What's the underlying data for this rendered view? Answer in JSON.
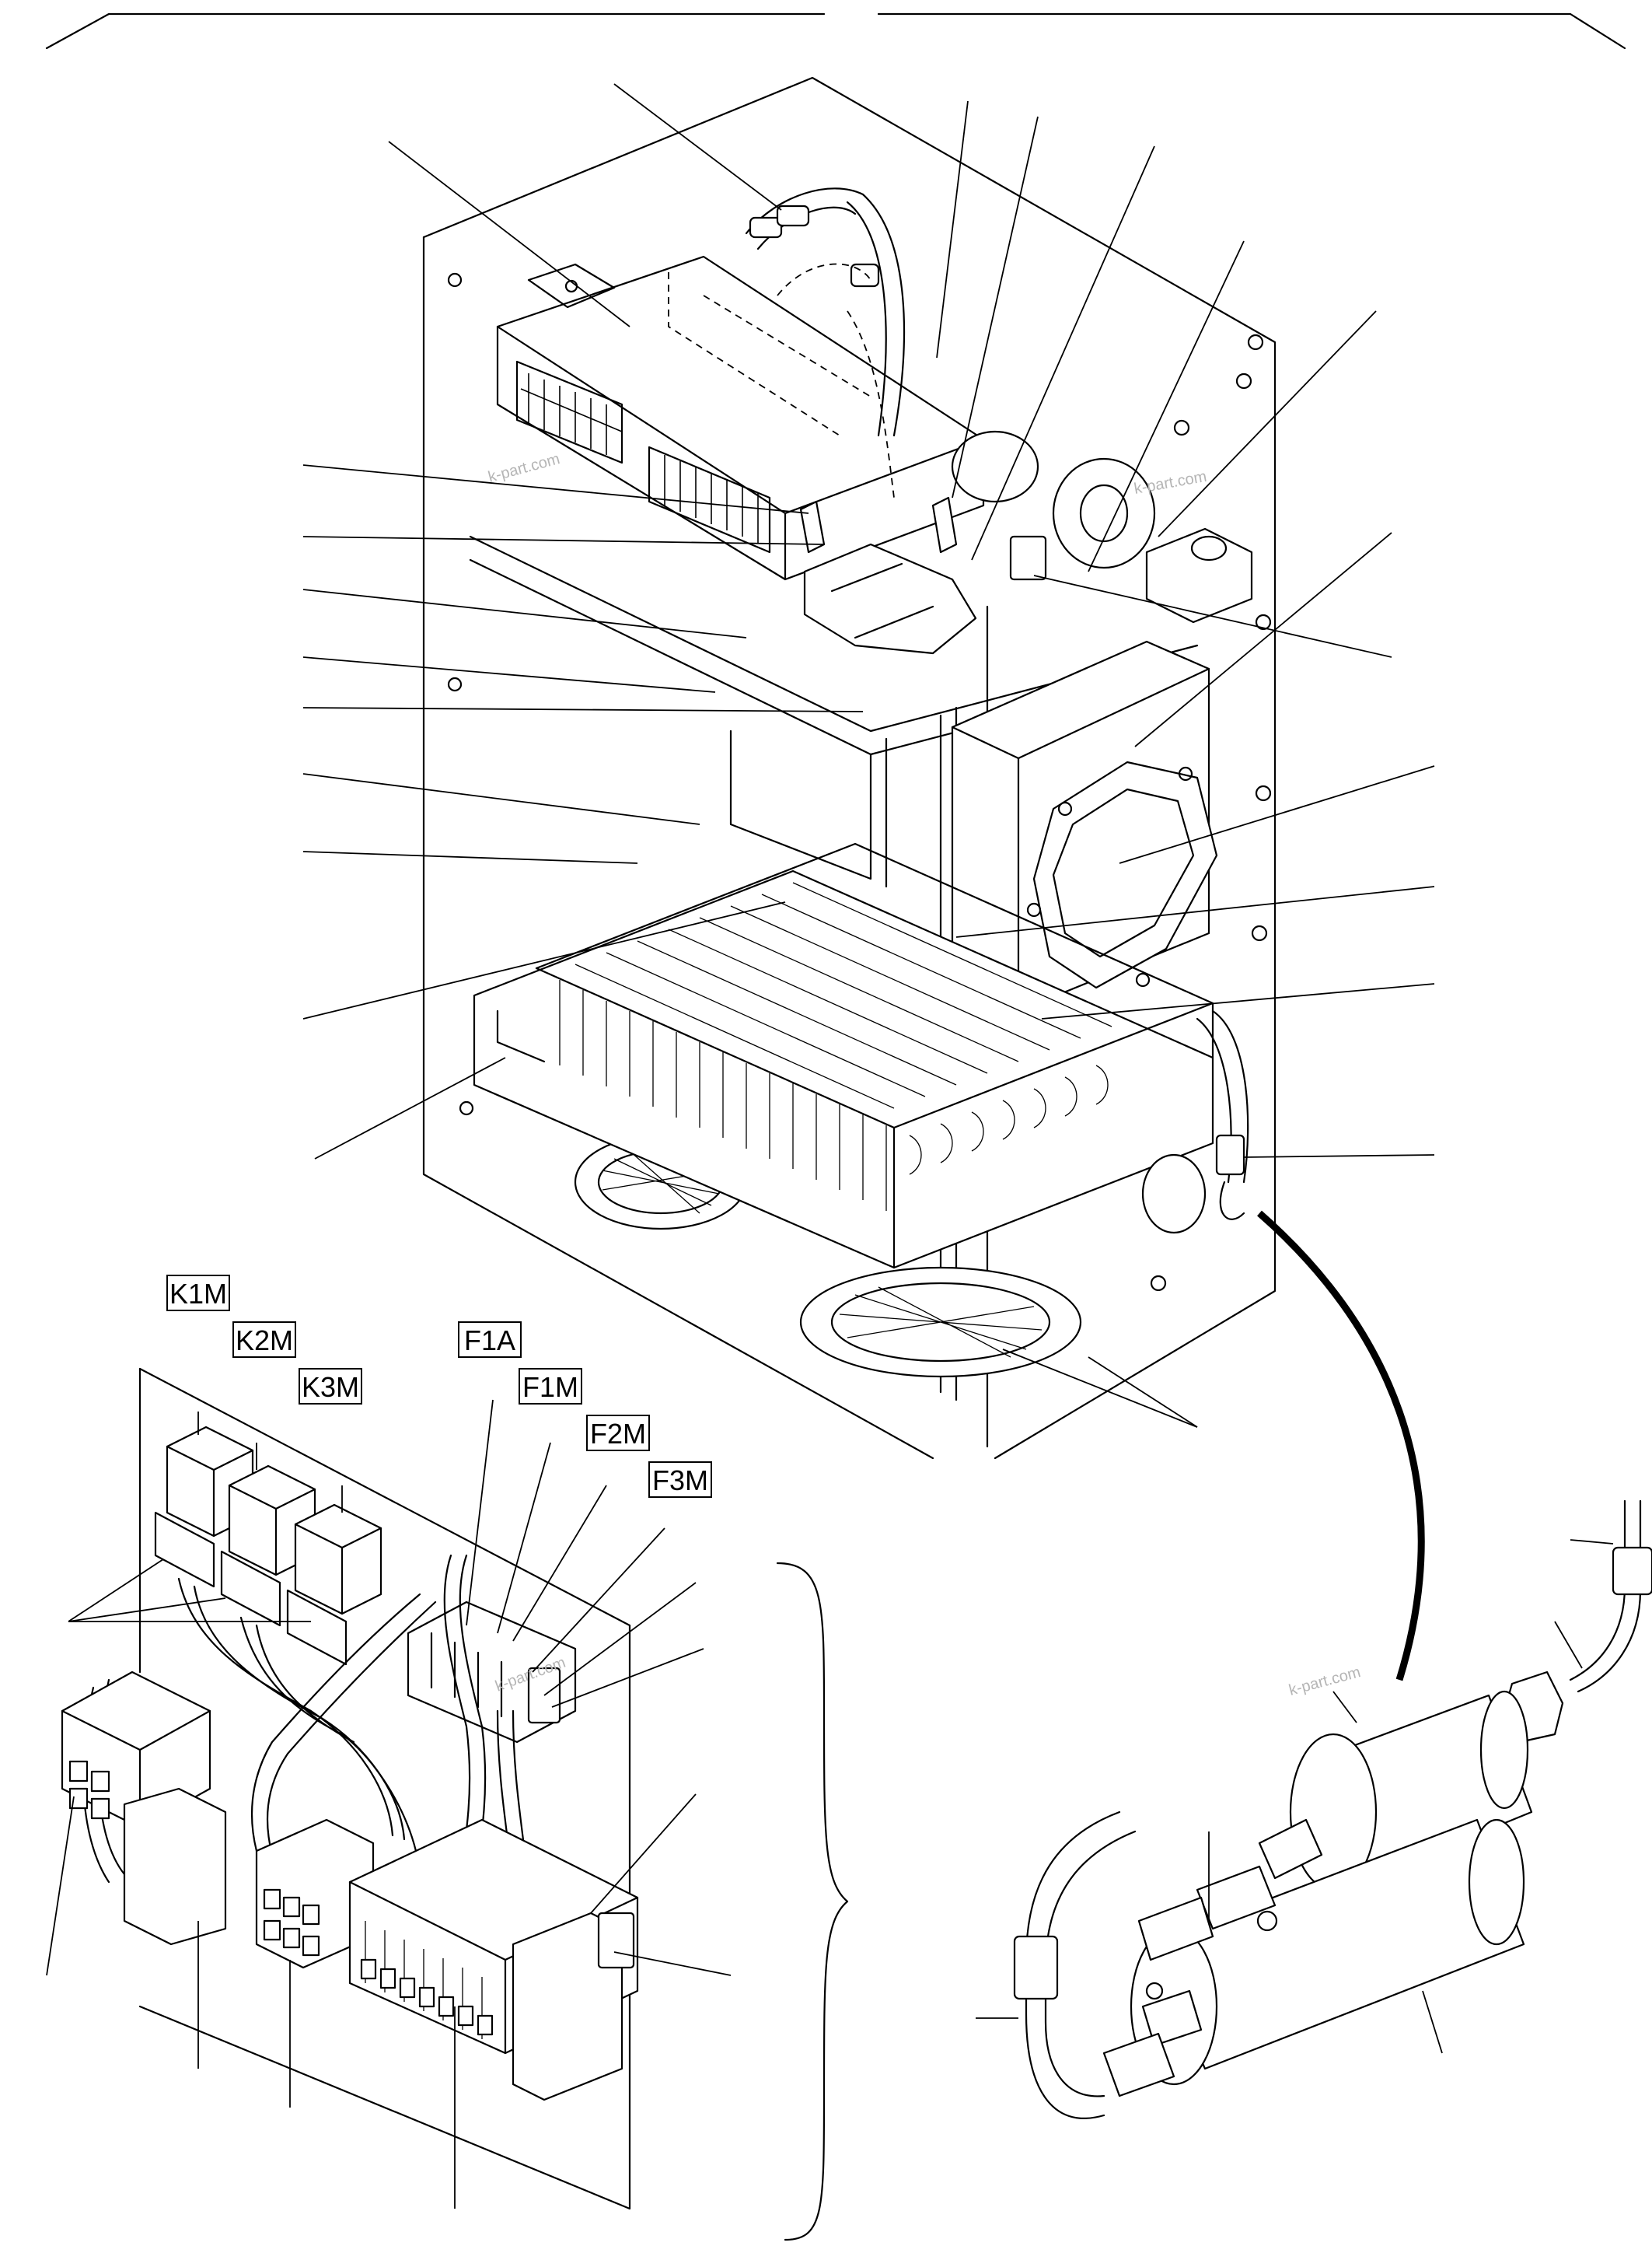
{
  "labels": {
    "k1m": "K1M",
    "k2m": "K2M",
    "k3m": "K3M",
    "f1a": "F1A",
    "f1m": "F1M",
    "f2m": "F2M",
    "f3m": "F3M"
  },
  "watermarks": [
    "k-part.com",
    "k-part.com",
    "k-part.com",
    "k-part.com"
  ],
  "colors": {
    "line": "#000000",
    "background": "#ffffff",
    "watermark": "#b5b5b5"
  }
}
